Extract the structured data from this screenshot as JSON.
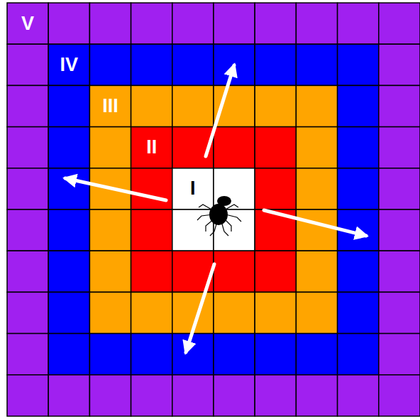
{
  "diagram": {
    "nodes": [
      {
        "text": [
          "V"
        ]
      },
      {
        "text": [
          "IV"
        ],
        "in": 0
      },
      {
        "text": [
          "III"
        ],
        "in": 1
      },
      {
        "text": [
          "II"
        ],
        "in": 2
      },
      {
        "text": [
          "I"
        ],
        "in": 3
      }
    ]
  }
}
